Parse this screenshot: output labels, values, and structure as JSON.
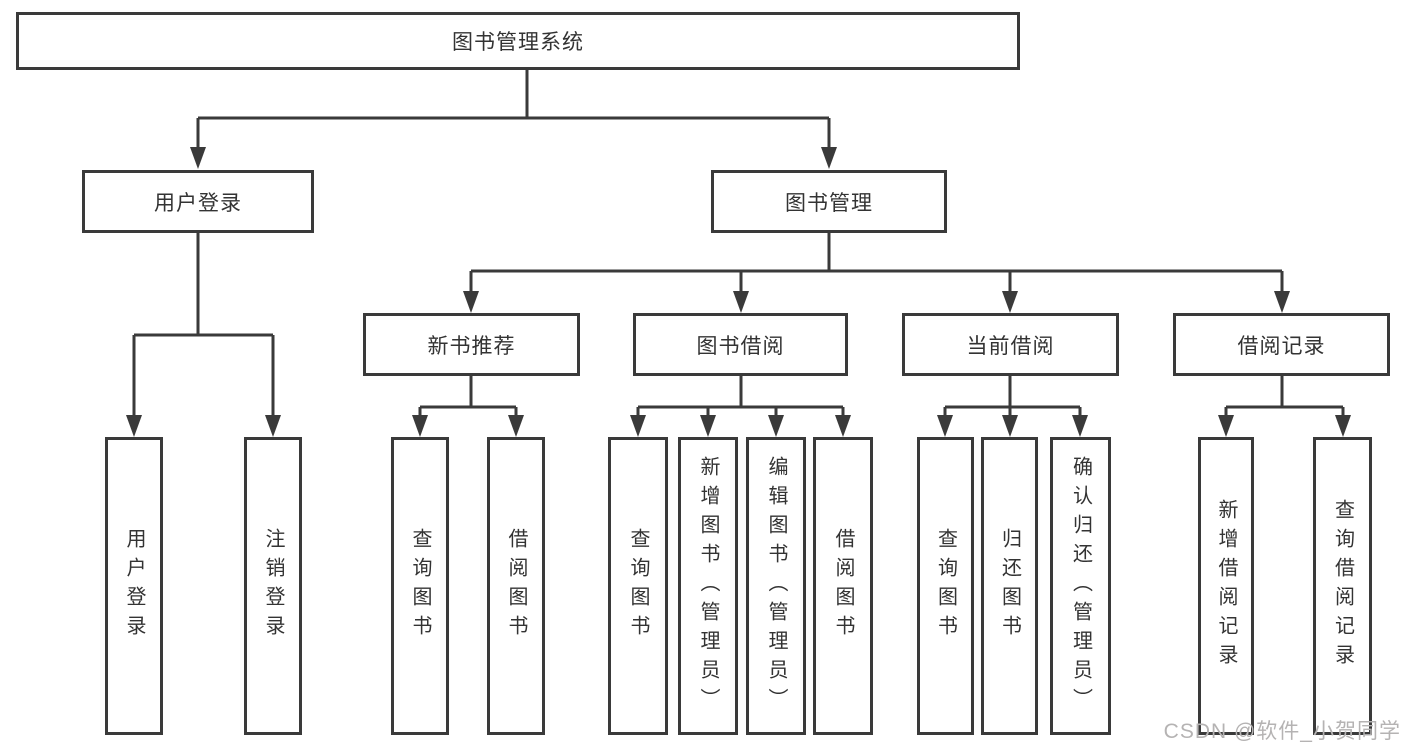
{
  "tree": {
    "root": "图书管理系统",
    "branches": [
      {
        "label": "用户登录",
        "leaves": [
          "用户登录",
          "注销登录"
        ]
      },
      {
        "label": "图书管理",
        "groups": [
          {
            "label": "新书推荐",
            "leaves": [
              "查询图书",
              "借阅图书"
            ]
          },
          {
            "label": "图书借阅",
            "leaves": [
              "查询图书",
              "新增图书（管理员）",
              "编辑图书（管理员）",
              "借阅图书"
            ]
          },
          {
            "label": "当前借阅",
            "leaves": [
              "查询图书",
              "归还图书",
              "确认归还（管理员）"
            ]
          },
          {
            "label": "借阅记录",
            "leaves": [
              "新增借阅记录",
              "查询借阅记录"
            ]
          }
        ]
      }
    ]
  },
  "watermark": {
    "text": "CSDN @软件_小贺同学"
  },
  "colors": {
    "line": "#3a3a3a",
    "text": "#333333",
    "watermark": "#b5b3b3",
    "background": "#ffffff"
  }
}
